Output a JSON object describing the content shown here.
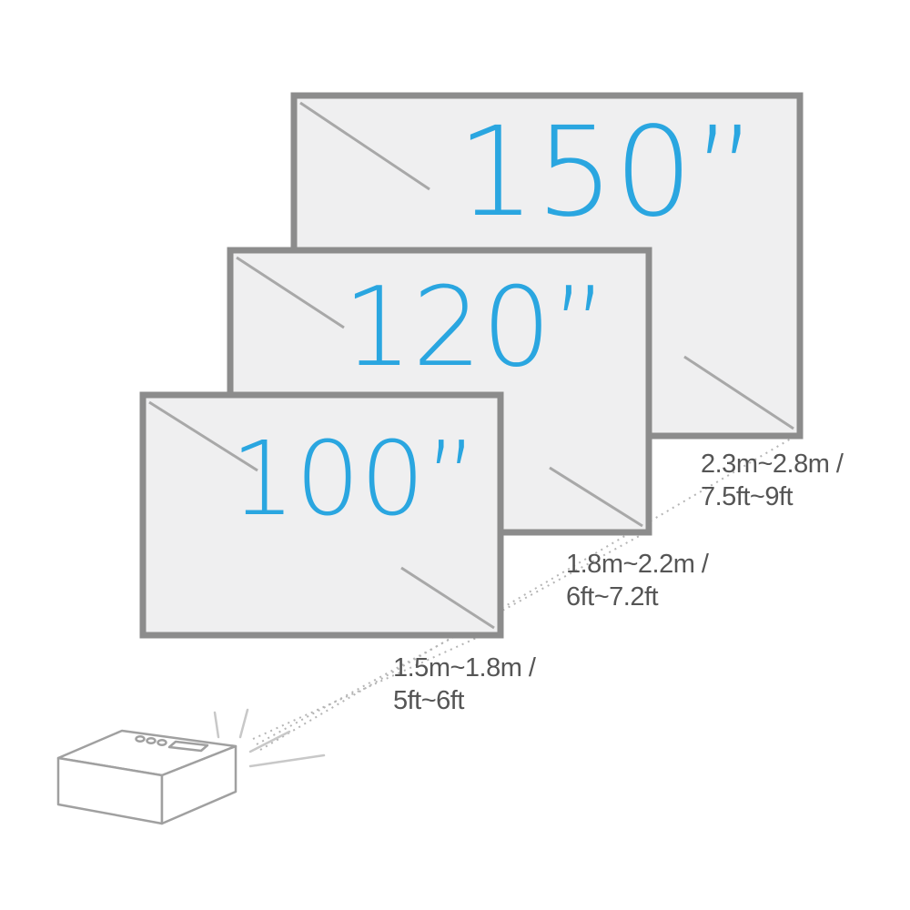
{
  "screens": [
    {
      "size_label": "150”"
    },
    {
      "size_label": "120”"
    },
    {
      "size_label": "100”"
    }
  ],
  "distances": [
    {
      "line1": "2.3m~2.8m /",
      "line2": "7.5ft~9ft"
    },
    {
      "line1": "1.8m~2.2m /",
      "line2": "6ft~7.2ft"
    },
    {
      "line1": "1.5m~1.8m /",
      "line2": "5ft~6ft"
    }
  ],
  "colors": {
    "accent": "#2aa6e0",
    "frame": "#8c8c8c",
    "screen_fill": "#efeff0",
    "text": "#555555"
  },
  "icons": [
    "projector-icon",
    "light-ray-icon"
  ]
}
